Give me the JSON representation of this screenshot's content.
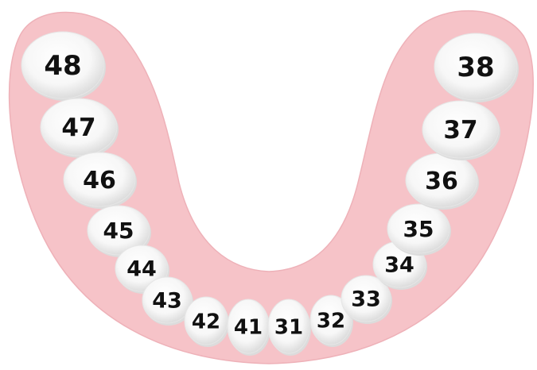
{
  "colors": {
    "gum": "#f6c3c8",
    "gum_edge": "#eeb1b8",
    "tooth": "#ffffff",
    "tooth_shade": "#dcdcdc",
    "text": "#111111"
  },
  "teeth": [
    {
      "id": "t48",
      "label": "48"
    },
    {
      "id": "t47",
      "label": "47"
    },
    {
      "id": "t46",
      "label": "46"
    },
    {
      "id": "t45",
      "label": "45"
    },
    {
      "id": "t44",
      "label": "44"
    },
    {
      "id": "t43",
      "label": "43"
    },
    {
      "id": "t42",
      "label": "42"
    },
    {
      "id": "t41",
      "label": "41"
    },
    {
      "id": "t31",
      "label": "31"
    },
    {
      "id": "t32",
      "label": "32"
    },
    {
      "id": "t33",
      "label": "33"
    },
    {
      "id": "t34",
      "label": "34"
    },
    {
      "id": "t35",
      "label": "35"
    },
    {
      "id": "t36",
      "label": "36"
    },
    {
      "id": "t37",
      "label": "37"
    },
    {
      "id": "t38",
      "label": "38"
    }
  ]
}
